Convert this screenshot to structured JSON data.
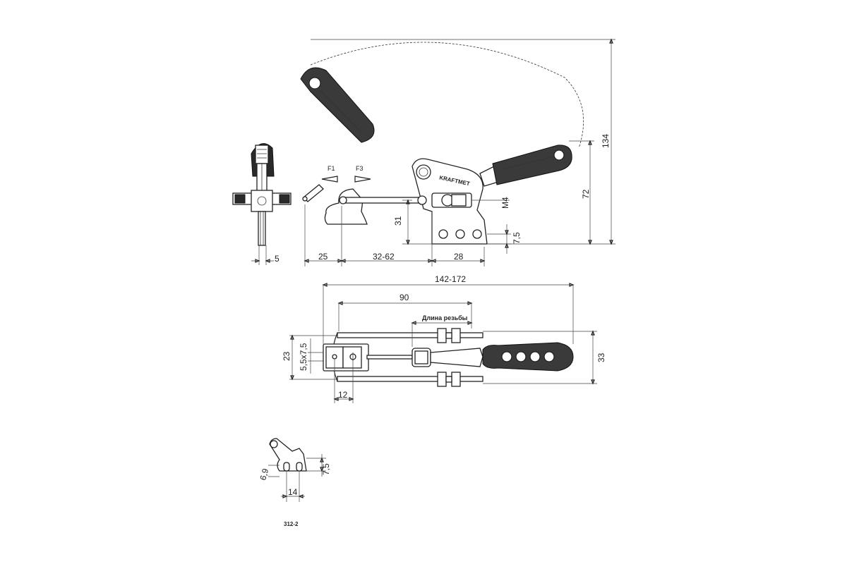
{
  "dimensions": {
    "side_width": "5",
    "d_25": "25",
    "d_32_62": "32-62",
    "d_28": "28",
    "d_31": "31",
    "thread": "M4",
    "d_7_5_side": "7,5",
    "height_72": "72",
    "height_134": "134",
    "total_142_172": "142-172",
    "d_90": "90",
    "thread_length": "Длина резьбы",
    "width_23": "23",
    "slot": "5,5x7,5",
    "width_33": "33",
    "d_12": "12",
    "base_6_9": "6,9",
    "base_14": "14",
    "base_7_5": "7,5"
  },
  "forces": {
    "f1": "F1",
    "f3": "F3"
  },
  "brand": "KRAFTMET",
  "model": "312-2"
}
